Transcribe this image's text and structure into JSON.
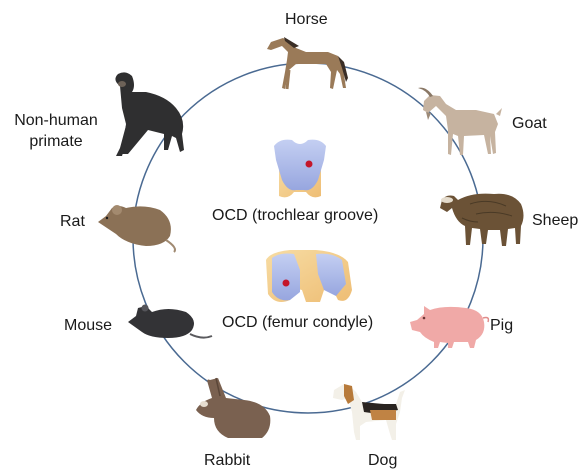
{
  "animals": [
    {
      "id": "horse",
      "label": "Horse",
      "icon": "horse-icon"
    },
    {
      "id": "goat",
      "label": "Goat",
      "icon": "goat-icon"
    },
    {
      "id": "sheep",
      "label": "Sheep",
      "icon": "sheep-icon"
    },
    {
      "id": "pig",
      "label": "Pig",
      "icon": "pig-icon"
    },
    {
      "id": "dog",
      "label": "Dog",
      "icon": "dog-icon"
    },
    {
      "id": "rabbit",
      "label": "Rabbit",
      "icon": "rabbit-icon"
    },
    {
      "id": "mouse",
      "label": "Mouse",
      "icon": "mouse-icon"
    },
    {
      "id": "rat",
      "label": "Rat",
      "icon": "rat-icon"
    },
    {
      "id": "primate",
      "label_line1": "Non-human",
      "label_line2": "primate",
      "icon": "primate-icon"
    }
  ],
  "center": {
    "trochlear_caption": "OCD (trochlear groove)",
    "condyle_caption": "OCD (femur condyle)",
    "trochlear_icon": "trochlear-groove-icon",
    "condyle_icon": "femur-condyle-icon"
  },
  "colors": {
    "ring": "#4a6a92",
    "cartilage": "#a9b6e6",
    "bone": "#f3cf8f",
    "lesion": "#c4162a"
  }
}
